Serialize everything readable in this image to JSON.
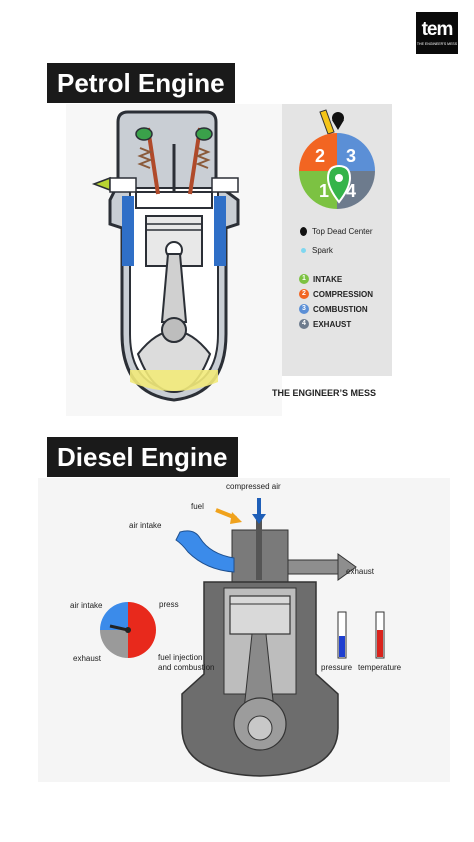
{
  "logo": {
    "text": "tem",
    "tagline": "THE ENGINEER'S MESS"
  },
  "petrol": {
    "title": "Petrol Engine",
    "legend": {
      "tdc": "Top Dead Center",
      "spark": "Spark",
      "strokes": [
        "INTAKE",
        "COMPRESSION",
        "COMBUSTION",
        "EXHAUST"
      ],
      "numbers": [
        "1",
        "2",
        "3",
        "4"
      ]
    },
    "colors": {
      "intake": "#7cc242",
      "compression": "#f26522",
      "combustion": "#5b8fd6",
      "exhaust": "#6d7b8d"
    },
    "watermark": "THE ENGINEER’S MESS"
  },
  "diesel": {
    "title": "Diesel Engine",
    "labels": {
      "compressed_air": "compressed air",
      "fuel": "fuel",
      "air_intake": "air intake",
      "exhaust": "exhaust",
      "dial_air_intake": "air intake",
      "dial_press": "press",
      "dial_exhaust": "exhaust",
      "dial_fuel": "fuel injection\nand combustion",
      "pressure": "pressure",
      "temperature": "temperature"
    },
    "colors": {
      "air_intake": "#3b8bea",
      "press": "#e8291c",
      "exhaust": "#9a9a9a"
    }
  }
}
